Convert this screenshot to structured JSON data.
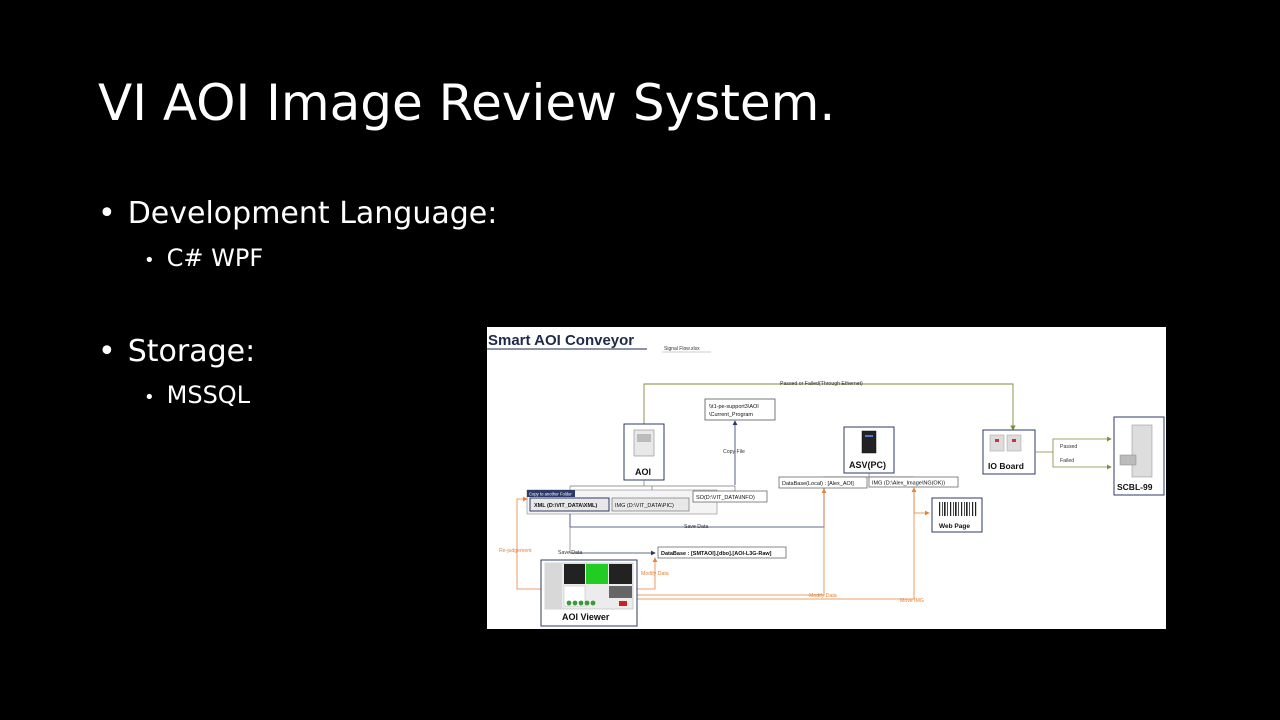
{
  "slide": {
    "title": "VI AOI Image Review System.",
    "sections": [
      {
        "heading": "Development Language:",
        "items": [
          "C# WPF"
        ]
      },
      {
        "heading": "Storage:",
        "items": [
          "MSSQL"
        ]
      }
    ]
  },
  "diagram": {
    "title": "Smart AOI Conveyor",
    "file_link": "Signal Flow.xlsx",
    "nodes": {
      "aoi": "AOI",
      "asv": "ASV(PC)",
      "io_board": "IO Board",
      "scbl": "SCBL-99",
      "web_page": "Web Page",
      "aoi_viewer": "AOI Viewer",
      "program_path_1": "\\\\t1-pe-support3\\AOI",
      "program_path_2": "\\Current_Program",
      "copy_folder": "Copy to another Folder",
      "xml": "XML (D:\\VIT_DATA\\XML)",
      "img": "IMG (D:\\VIT_DATA\\PIC)",
      "so": "SO(D:\\VIT_DATA\\INFO)",
      "db_local": "DataBase(Local) : [Alex_AOI]",
      "img_ng": "IMG (D:\\Alex_Image\\NG(OK))",
      "db_smt": "DataBase : [SMTAOI].[dbo].[AOI-L3G-Raw]"
    },
    "labels": {
      "passed_failed_eth": "Passed or Failed(Through Ethernet)",
      "copy_file": "Copy File",
      "passed": "Passed",
      "failed": "Failed",
      "save_data_1": "Save Data",
      "save_data_2": "Save Data",
      "re_judgement": "Re-judgement",
      "modify_data_1": "Modify Data",
      "modify_data_2": "Modify Data",
      "move_img": "Move IMG"
    },
    "colors": {
      "olive": "#7f8c3a",
      "orange": "#e8823a",
      "navy": "#2b3a67",
      "gray": "#777777"
    }
  }
}
